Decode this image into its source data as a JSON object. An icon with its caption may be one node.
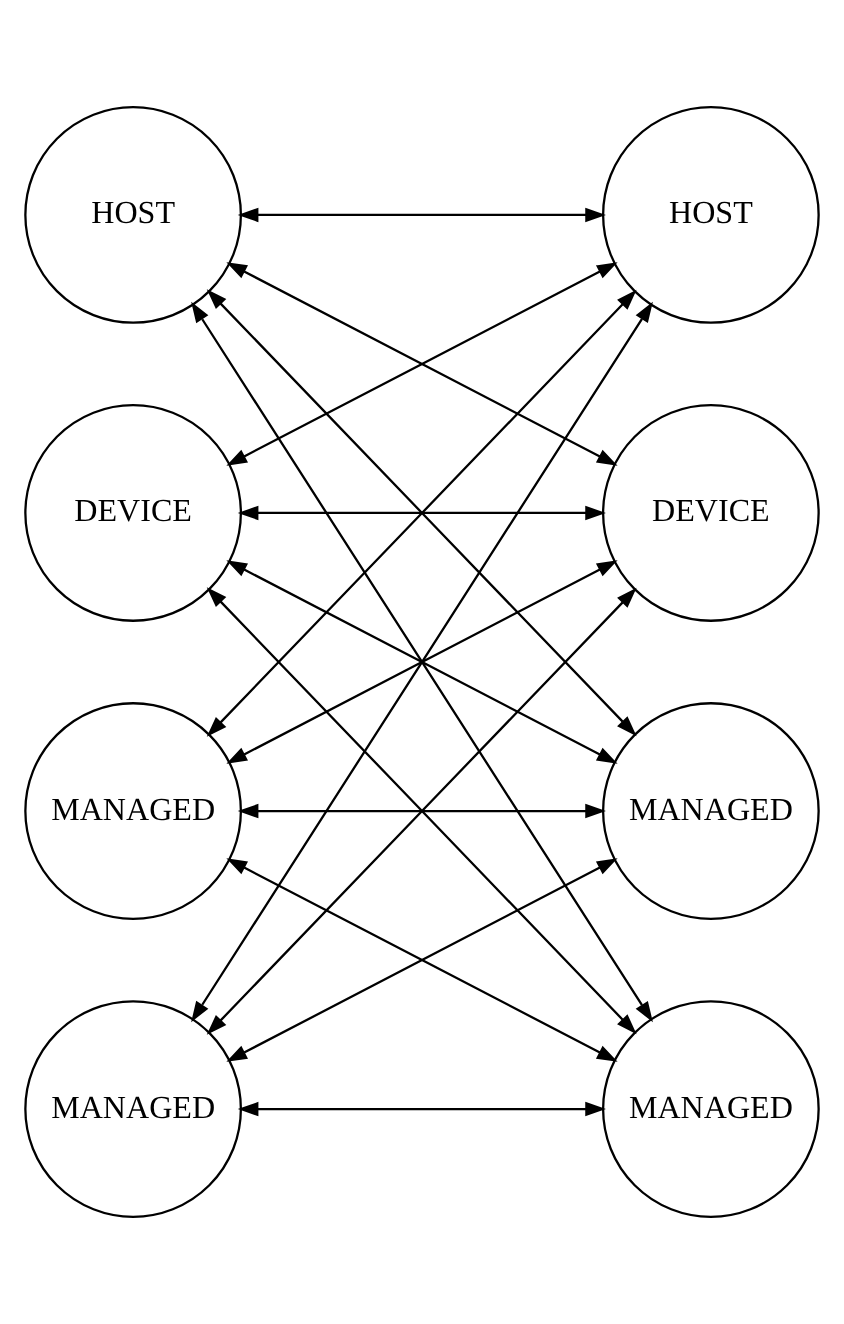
{
  "diagram": {
    "nodes": [
      {
        "text": [
          "HOST"
        ]
      },
      {
        "text": [
          "HOST"
        ]
      },
      {
        "text": [
          "DEVICE"
        ]
      },
      {
        "text": [
          "DEVICE"
        ]
      },
      {
        "text": [
          "MANAGED"
        ]
      },
      {
        "text": [
          "MANAGED"
        ]
      },
      {
        "text": [
          "MANAGED"
        ]
      },
      {
        "text": [
          "MANAGED"
        ]
      }
    ],
    "edges": [
      {
        "from": 0,
        "to": 1,
        "arrow": "both"
      },
      {
        "from": 0,
        "to": 3,
        "arrow": "both"
      },
      {
        "from": 0,
        "to": 5,
        "arrow": "both"
      },
      {
        "from": 0,
        "to": 7,
        "arrow": "both"
      },
      {
        "from": 2,
        "to": 1,
        "arrow": "both"
      },
      {
        "from": 2,
        "to": 3,
        "arrow": "both"
      },
      {
        "from": 2,
        "to": 5,
        "arrow": "both"
      },
      {
        "from": 2,
        "to": 7,
        "arrow": "both"
      },
      {
        "from": 4,
        "to": 1,
        "arrow": "both"
      },
      {
        "from": 4,
        "to": 3,
        "arrow": "both"
      },
      {
        "from": 4,
        "to": 5,
        "arrow": "both"
      },
      {
        "from": 4,
        "to": 7,
        "arrow": "both"
      },
      {
        "from": 6,
        "to": 1,
        "arrow": "both"
      },
      {
        "from": 6,
        "to": 3,
        "arrow": "both"
      },
      {
        "from": 6,
        "to": 5,
        "arrow": "both"
      },
      {
        "from": 6,
        "to": 7,
        "arrow": "both"
      }
    ]
  }
}
